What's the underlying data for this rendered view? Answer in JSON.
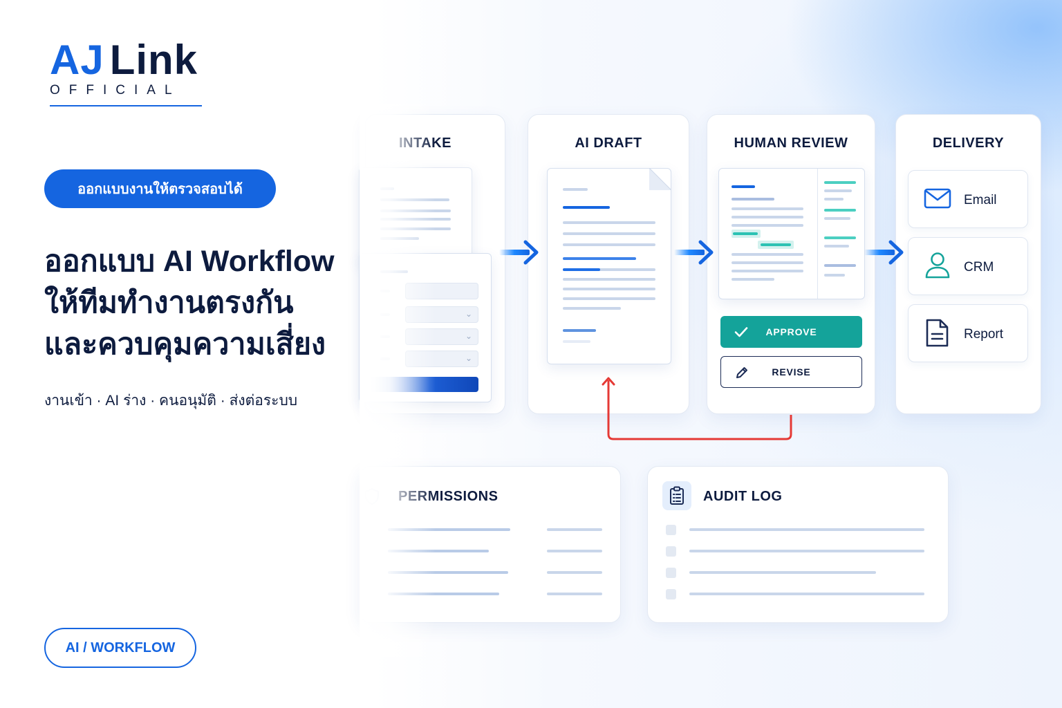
{
  "brand": {
    "name_part1": "AJ",
    "name_part2": "Link",
    "sub": "OFFICIAL"
  },
  "tag_pill": "ออกแบบงานให้ตรวจสอบได้",
  "headline": [
    "ออกแบบ AI Workflow",
    "ให้ทีมทำงานตรงกัน",
    "และควบคุมความเสี่ยง"
  ],
  "subline": "งานเข้า · AI ร่าง · คนอนุมัติ · ส่งต่อระบบ",
  "category_pill": "AI / WORKFLOW",
  "workflow": {
    "intake": {
      "title": "INTAKE"
    },
    "ai_draft": {
      "title": "AI DRAFT"
    },
    "human_review": {
      "title": "HUMAN REVIEW",
      "approve_label": "APPROVE",
      "revise_label": "REVISE"
    },
    "delivery": {
      "title": "DELIVERY",
      "items": [
        {
          "label": "Email",
          "icon": "mail-icon"
        },
        {
          "label": "CRM",
          "icon": "user-icon"
        },
        {
          "label": "Report",
          "icon": "document-icon"
        }
      ]
    }
  },
  "permissions": {
    "title": "PERMISSIONS",
    "icon": "shield-icon"
  },
  "audit_log": {
    "title": "AUDIT LOG",
    "icon": "clipboard-icon"
  },
  "colors": {
    "brand_blue": "#1565e0",
    "navy": "#0d1b3e",
    "teal": "#14a39a",
    "loop_red": "#e53935"
  }
}
